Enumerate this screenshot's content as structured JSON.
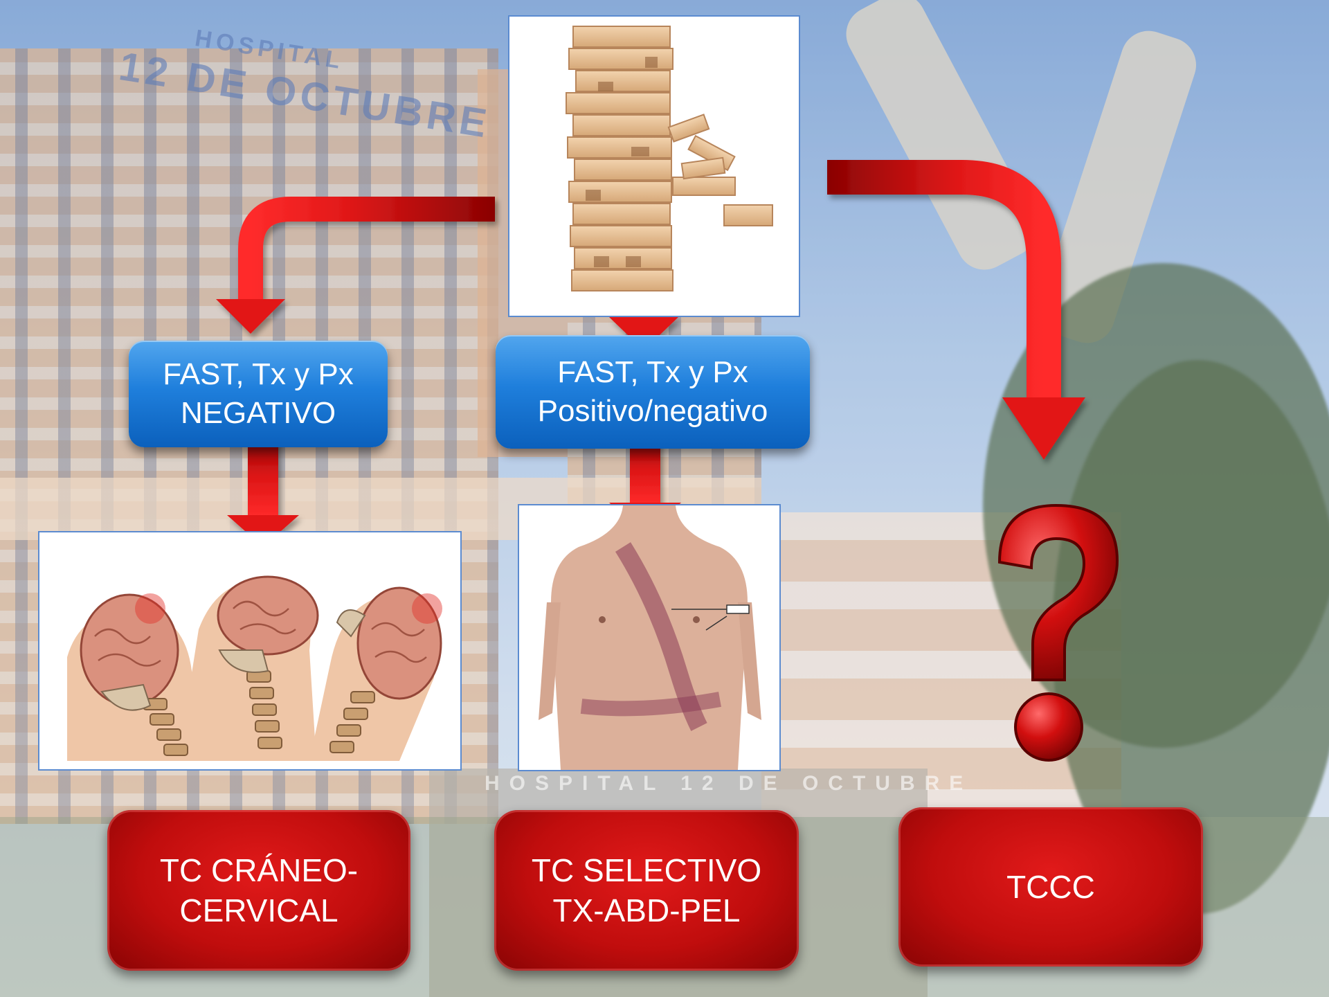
{
  "background": {
    "sign_top_line": "HOSPITAL",
    "sign_bottom_line": "12 DE OCTUBRE",
    "facade_sign": "HOSPITAL 12 DE OCTUBRE"
  },
  "flow": {
    "blue_left": {
      "line1": "FAST, Tx y Px",
      "line2": "NEGATIVO"
    },
    "blue_center": {
      "line1": "FAST, Tx y Px",
      "line2": "Positivo/negativo"
    },
    "red_left": {
      "line1": "TC CRÁNEO-",
      "line2": "CERVICAL"
    },
    "red_center": {
      "line1": "TC SELECTIVO",
      "line2": "TX-ABD-PEL"
    },
    "red_right": {
      "line1": "TCCC"
    }
  },
  "images": {
    "top": "jenga-tower",
    "left": "whiplash-head-neck-anatomy",
    "center": "chest-abdomen-seatbelt-bruising",
    "right": "question-mark"
  },
  "colors": {
    "arrow_red": "#d40f10",
    "box_red": "#c00d0d",
    "box_blue": "#1f7fdc"
  }
}
